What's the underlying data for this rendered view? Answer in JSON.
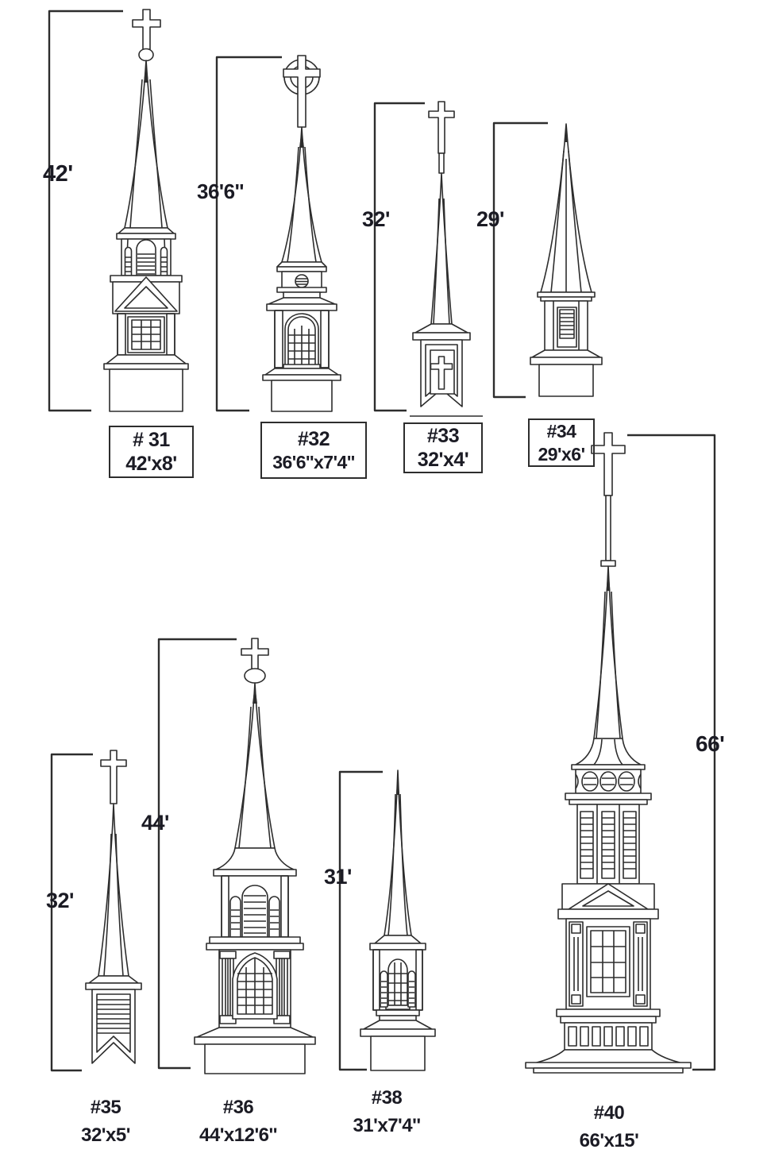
{
  "diagram": {
    "background": "#ffffff",
    "line_color": "#2d2d2d",
    "text_color": "#1b1b24",
    "description": "church steeple size comparison line drawings"
  },
  "steeples": [
    {
      "num": "# 31",
      "size": "42'x8'",
      "height": "42'"
    },
    {
      "num": "#32",
      "size": "36'6''x7'4''",
      "height": "36'6''"
    },
    {
      "num": "#33",
      "size": "32'x4'",
      "height": "32'"
    },
    {
      "num": "#34",
      "size": "29'x6'",
      "height": "29'"
    },
    {
      "num": "#35",
      "size": "32'x5'",
      "height": "32'"
    },
    {
      "num": "#36",
      "size": "44'x12'6''",
      "height": "44'"
    },
    {
      "num": "#38",
      "size": "31'x7'4''",
      "height": "31'"
    },
    {
      "num": "#40",
      "size": "66'x15'",
      "height": "66'"
    }
  ]
}
